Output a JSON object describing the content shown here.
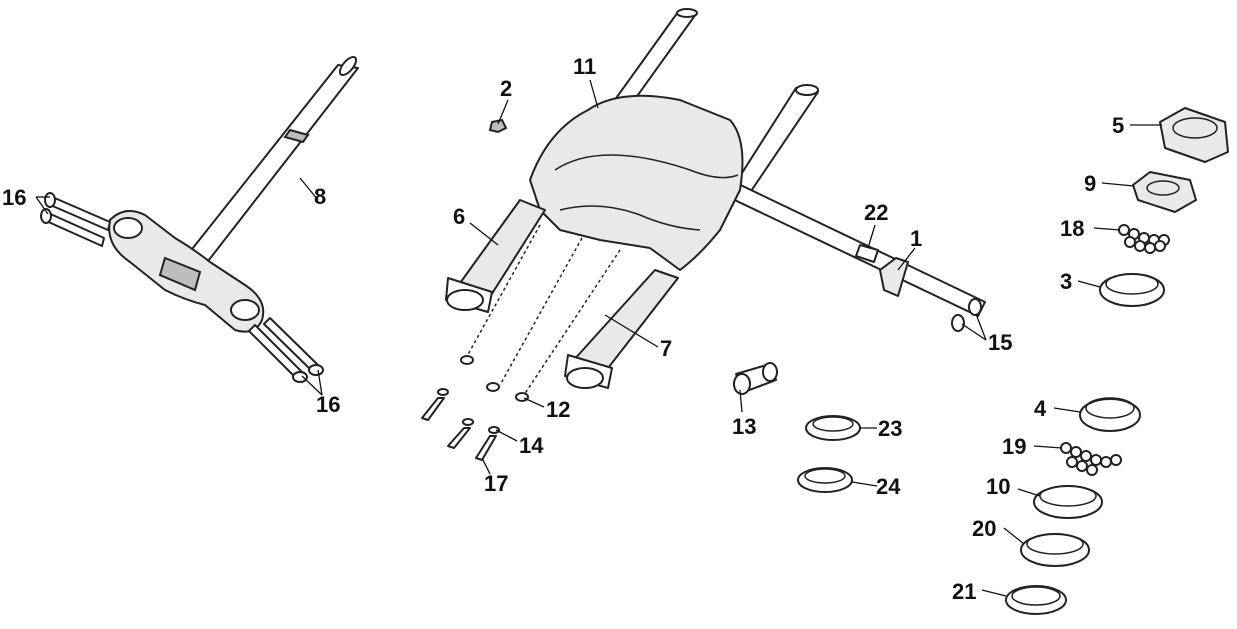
{
  "callouts": {
    "c1": "1",
    "c2": "2",
    "c3": "3",
    "c4": "4",
    "c5": "5",
    "c6": "6",
    "c7": "7",
    "c8": "8",
    "c9": "9",
    "c10": "10",
    "c11": "11",
    "c12": "12",
    "c13": "13",
    "c14": "14",
    "c15": "15",
    "c16a": "16",
    "c16b": "16",
    "c17": "17",
    "c18": "18",
    "c19": "19",
    "c20": "20",
    "c21": "21",
    "c22": "22",
    "c23": "23",
    "c24": "24"
  }
}
